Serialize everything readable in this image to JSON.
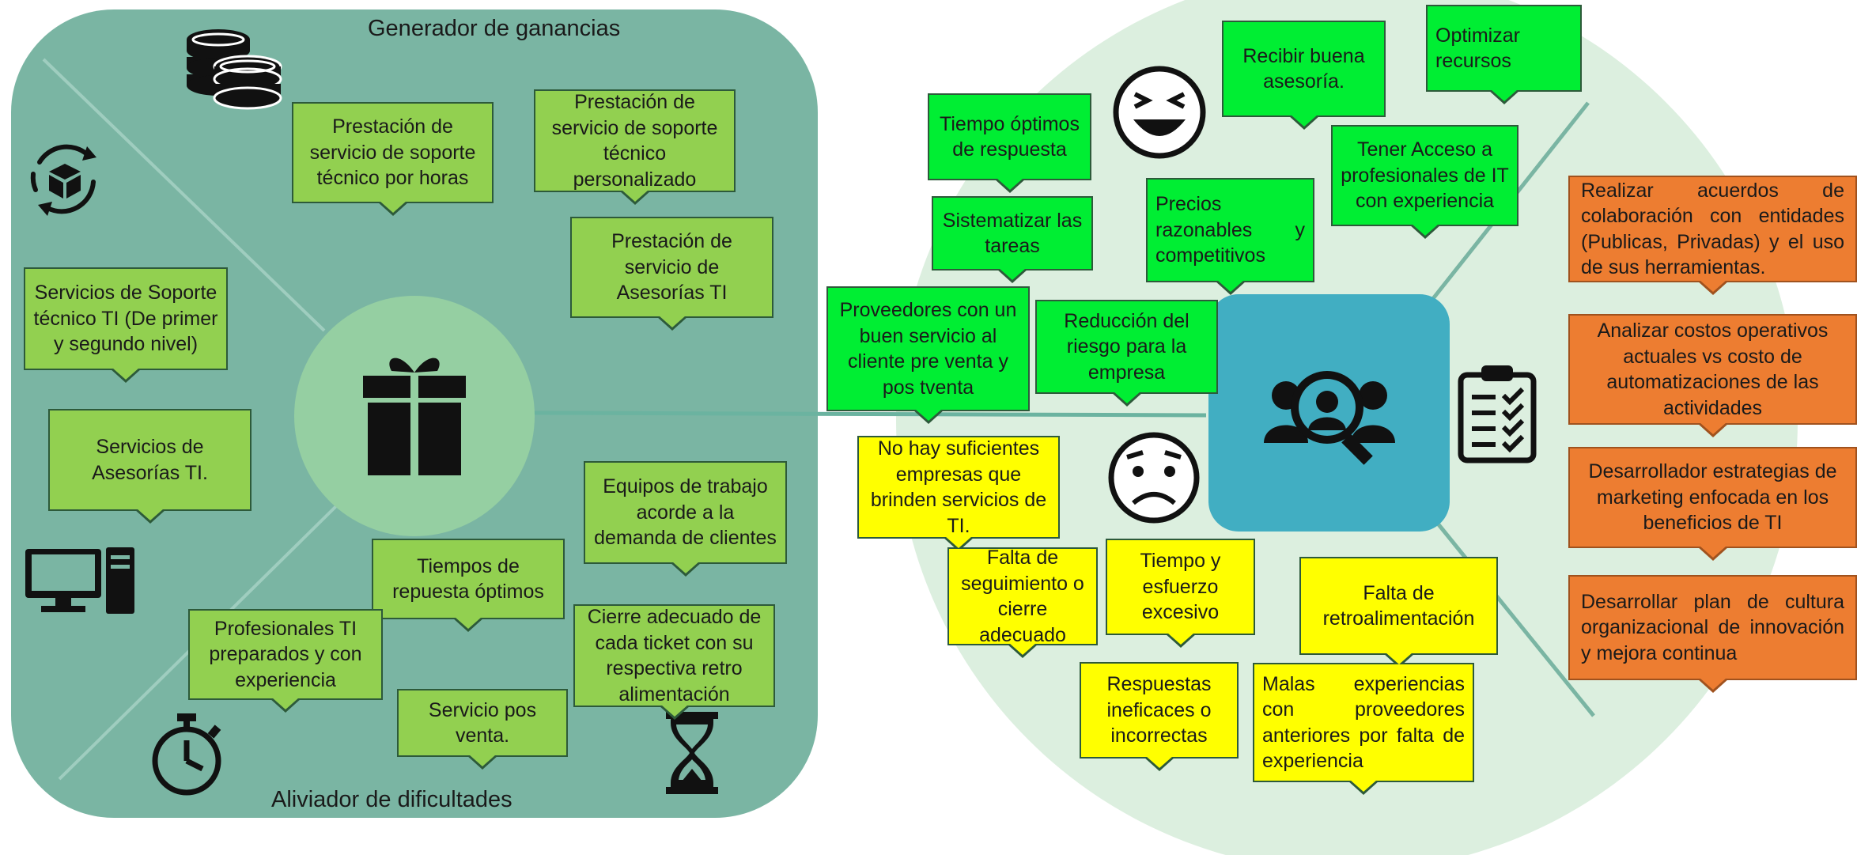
{
  "left_panel": {
    "top_label": "Generador de ganancias",
    "bottom_label": "Aliviador de dificultades",
    "gain_creators": [
      "Prestación de servicio de soporte técnico por horas",
      "Prestación de servicio de soporte técnico personalizado",
      "Prestación de servicio de Asesorías TI"
    ],
    "products": [
      "Servicios de Soporte técnico TI (De primer y segundo nivel)",
      "Servicios de Asesorías TI."
    ],
    "pain_relievers": [
      "Equipos de trabajo acorde a la demanda de clientes",
      "Tiempos de repuesta óptimos",
      "Cierre adecuado de cada ticket con su respectiva retro alimentación",
      "Profesionales TI preparados y con experiencia",
      "Servicio pos venta."
    ]
  },
  "right_panel": {
    "gains": [
      "Recibir buena asesoría.",
      "Optimizar recursos",
      "Tiempo óptimos de respuesta",
      "Tener Acceso a profesionales de IT con experiencia",
      "Sistematizar las tareas",
      "Precios razonables y competitivos",
      "Proveedores con un buen servicio al cliente pre venta y pos tventa",
      "Reducción del riesgo para la empresa"
    ],
    "pains": [
      "No hay suficientes empresas que brinden servicios de TI.",
      "Falta de seguimiento o cierre adecuado",
      "Tiempo y esfuerzo excesivo",
      "Falta de retroalimentación",
      "Respuestas ineficaces o incorrectas",
      "Malas experiencias con proveedores anteriores por falta de experiencia"
    ],
    "jobs": [
      "Realizar acuerdos de colaboración con entidades (Publicas, Privadas) y el uso de sus herramientas.",
      "Analizar costos operativos actuales vs costo de automatizaciones de las actividades",
      "Desarrollador estrategias de marketing enfocada en los beneficios de TI",
      "Desarrollar plan de cultura organizacional de innovación y mejora continua"
    ]
  },
  "icons": {
    "left": [
      "coins-icon",
      "box-cycle-icon",
      "gift-icon",
      "computer-icon",
      "stopwatch-icon",
      "hourglass-icon"
    ],
    "right": [
      "laughing-face-icon",
      "worried-face-icon",
      "customer-search-icon",
      "clipboard-checklist-icon"
    ]
  },
  "colors": {
    "left_panel": "#7ab5a3",
    "center_circle": "#95cfa2",
    "right_circle": "#dcefdf",
    "customer_square": "#41aec2",
    "gain_creator_note": "#92d050",
    "gain_note": "#00ee33",
    "pain_note": "#ffff00",
    "job_note": "#ed7d31"
  }
}
